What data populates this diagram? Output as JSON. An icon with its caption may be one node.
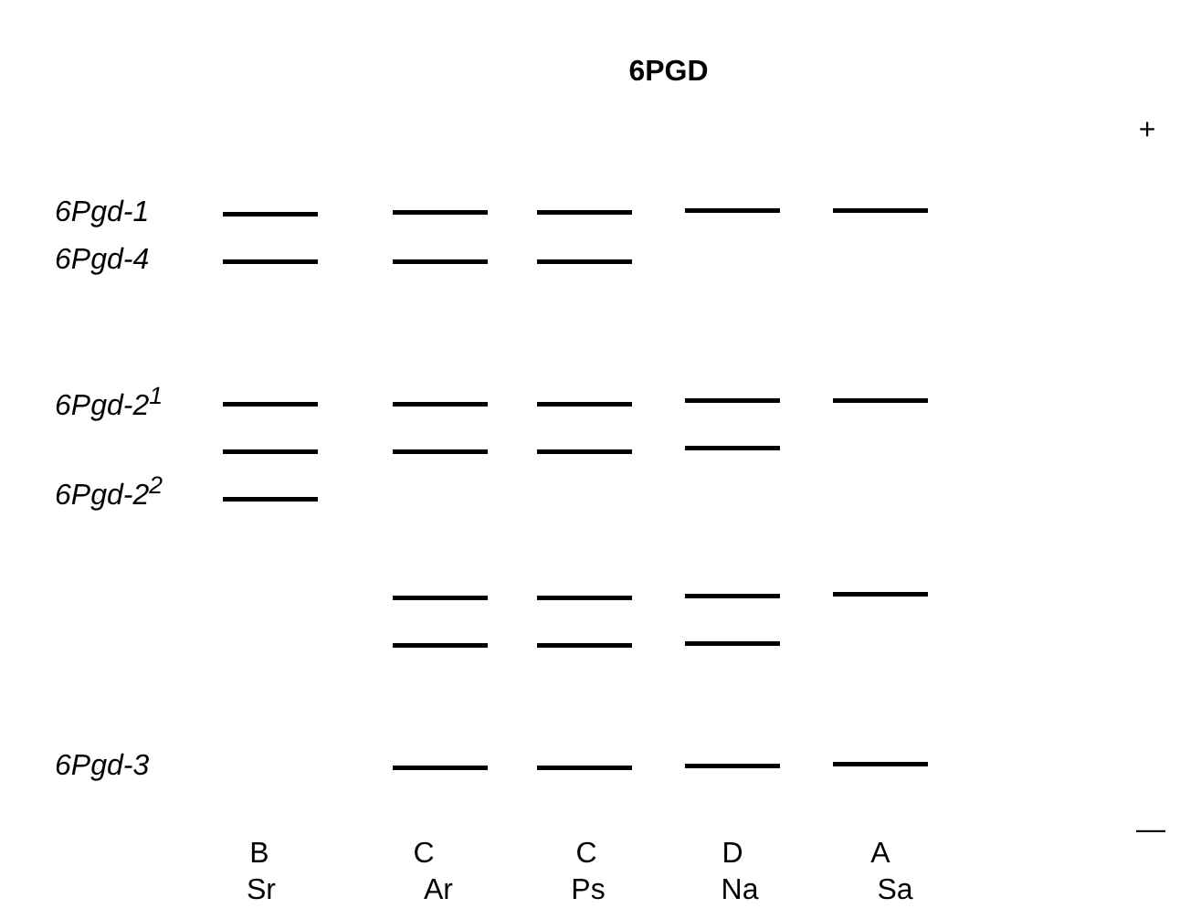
{
  "diagram": {
    "title": "6PGD",
    "labels": [
      "+",
      "6Pgd-1",
      "6Pgd-4",
      "6Pgd-2$^{1}$",
      "6Pgd-2$^{2}$",
      "6Pgd-3",
      "—",
      "B",
      "C",
      "C",
      "D",
      "A",
      "Sr",
      "Ar",
      "Ps",
      "Na",
      "Sa"
    ]
  }
}
